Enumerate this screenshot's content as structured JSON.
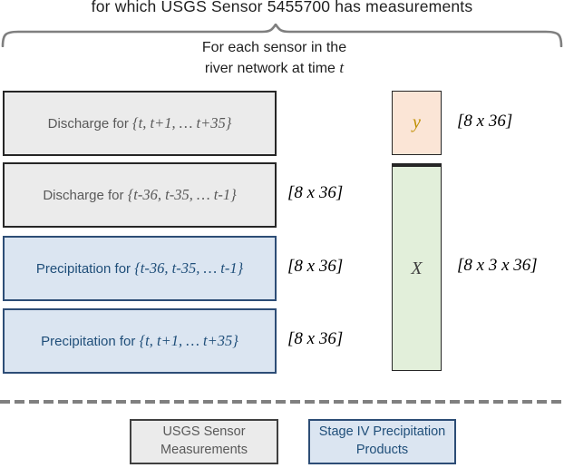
{
  "header": {
    "top_line": "for which USGS Sensor 5455700 has measurements",
    "brace_label_line1": "For each sensor in the",
    "brace_label_line2_prefix": "river network at time ",
    "time_var": "t"
  },
  "input_boxes": [
    {
      "prefix": "Discharge for ",
      "range": "{t, t+1, … t+35}",
      "dim_label": ""
    },
    {
      "prefix": "Discharge for ",
      "range": "{t-36, t-35, … t-1}",
      "dim_label": "[8 x 36]"
    },
    {
      "prefix": "Precipitation for ",
      "range": "{t-36, t-35, … t-1}",
      "dim_label": "[8 x 36]"
    },
    {
      "prefix": "Precipitation for ",
      "range": "{t, t+1, … t+35}",
      "dim_label": "[8 x 36]"
    }
  ],
  "tensors": {
    "y": {
      "label": "y",
      "dim_label": "[8 x 36]"
    },
    "X": {
      "label": "X",
      "dim_label": "[8 x 3 x 36]"
    }
  },
  "legend": {
    "usgs": {
      "line1": "USGS Sensor",
      "line2": "Measurements"
    },
    "stage4": {
      "line1": "Stage IV Precipitation",
      "line2": "Products"
    }
  },
  "colors": {
    "gray_box_fill": "#ebebeb",
    "gray_text": "#595959",
    "blue_box_fill": "#dbe5f1",
    "blue_border": "#2d4d76",
    "blue_text": "#1f4e79",
    "orange_box_fill": "#fbe5d6",
    "y_text": "#bf8f00",
    "green_box_fill": "#e2efda",
    "x_text": "#404040",
    "brace_gray": "#7f7f7f",
    "dashed_line_gray": "#808080"
  }
}
